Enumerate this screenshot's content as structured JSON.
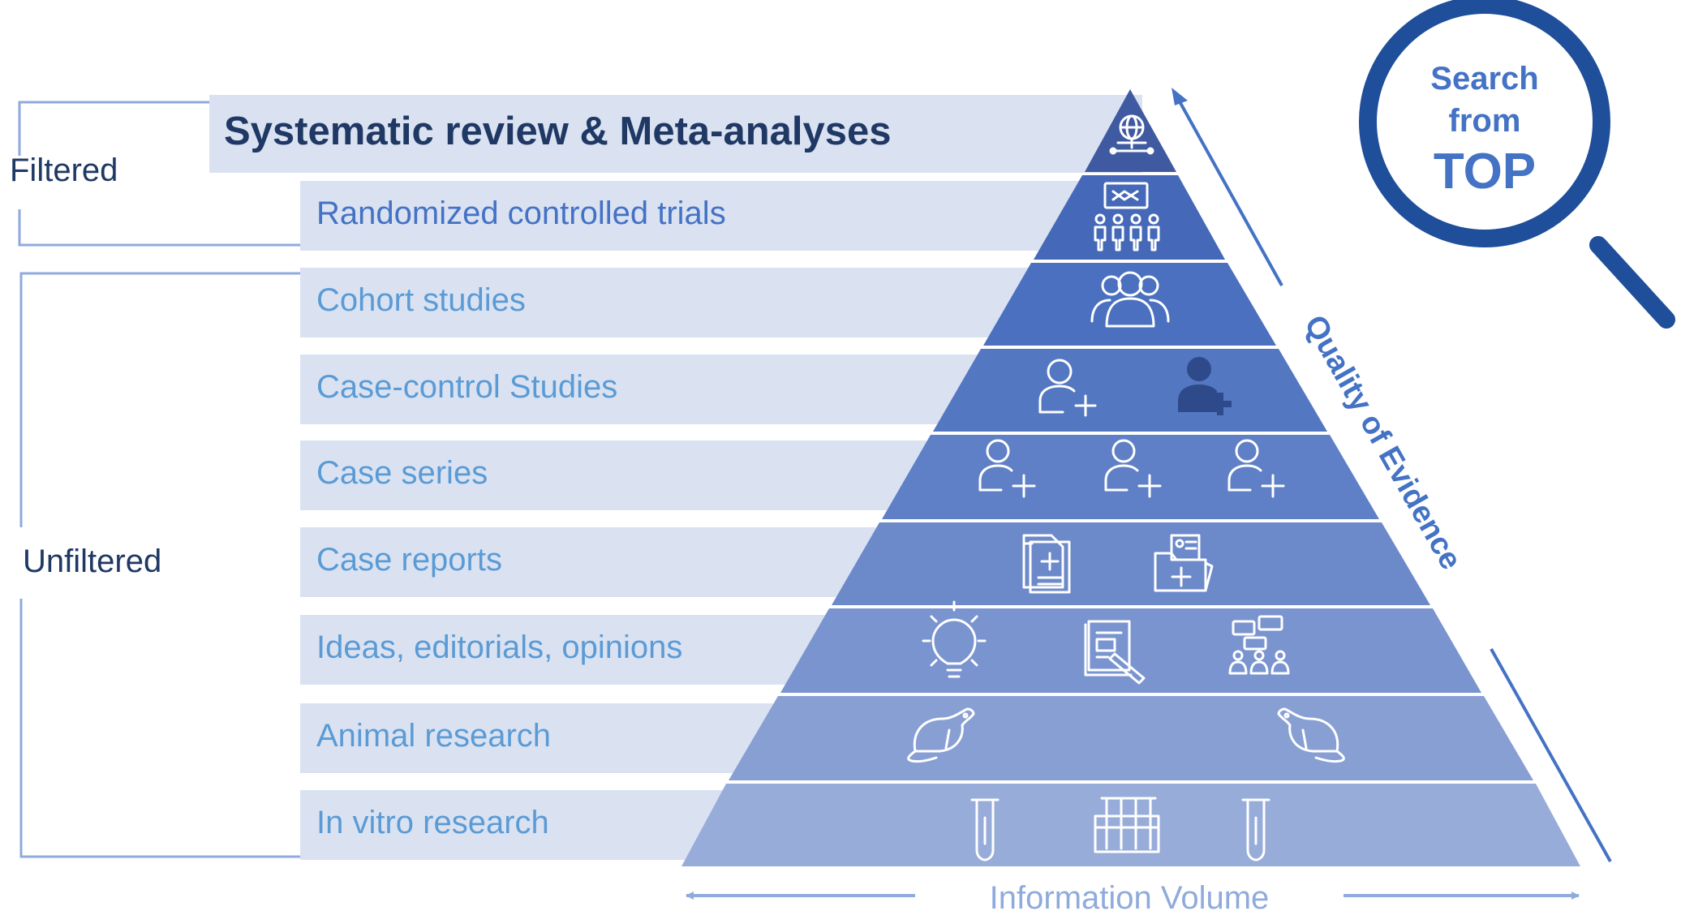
{
  "groups": {
    "filtered_label": "Filtered",
    "unfiltered_label": "Unfiltered"
  },
  "levels": [
    {
      "label": "Systematic review & Meta-analyses",
      "icon": "globe-network-icon",
      "color": "#3f5aa0"
    },
    {
      "label": "Randomized controlled trials",
      "icon": "randomized-group-icon",
      "color": "#4569b8"
    },
    {
      "label": "Cohort studies",
      "icon": "people-group-icon",
      "color": "#4b70bf"
    },
    {
      "label": "Case-control Studies",
      "icon": "person-add-icon",
      "color": "#5477c2"
    },
    {
      "label": "Case series",
      "icon": "person-add-icon",
      "color": "#5f80c6"
    },
    {
      "label": "Case reports",
      "icon": "medical-document-icon",
      "color": "#6c89ca"
    },
    {
      "label": "Ideas, editorials, opinions",
      "icon": "lightbulb-icon",
      "color": "#7a94cf"
    },
    {
      "label": "Animal research",
      "icon": "rat-icon",
      "color": "#889fd4"
    },
    {
      "label": "In vitro research",
      "icon": "test-tube-icon",
      "color": "#98acda"
    }
  ],
  "quality_label": "Quality of Evidence",
  "volume_label": "Information Volume",
  "magnifier": {
    "line1": "Search",
    "line2": "from",
    "line3": "TOP",
    "icon": "magnifying-glass-icon"
  },
  "colors": {
    "label_band": "#dae2f2",
    "label_text": "#5b9bd5",
    "title_text": "#1f3864",
    "bracket": "#8faadc",
    "accent": "#1f4e9a",
    "arrow": "#4472c4"
  }
}
